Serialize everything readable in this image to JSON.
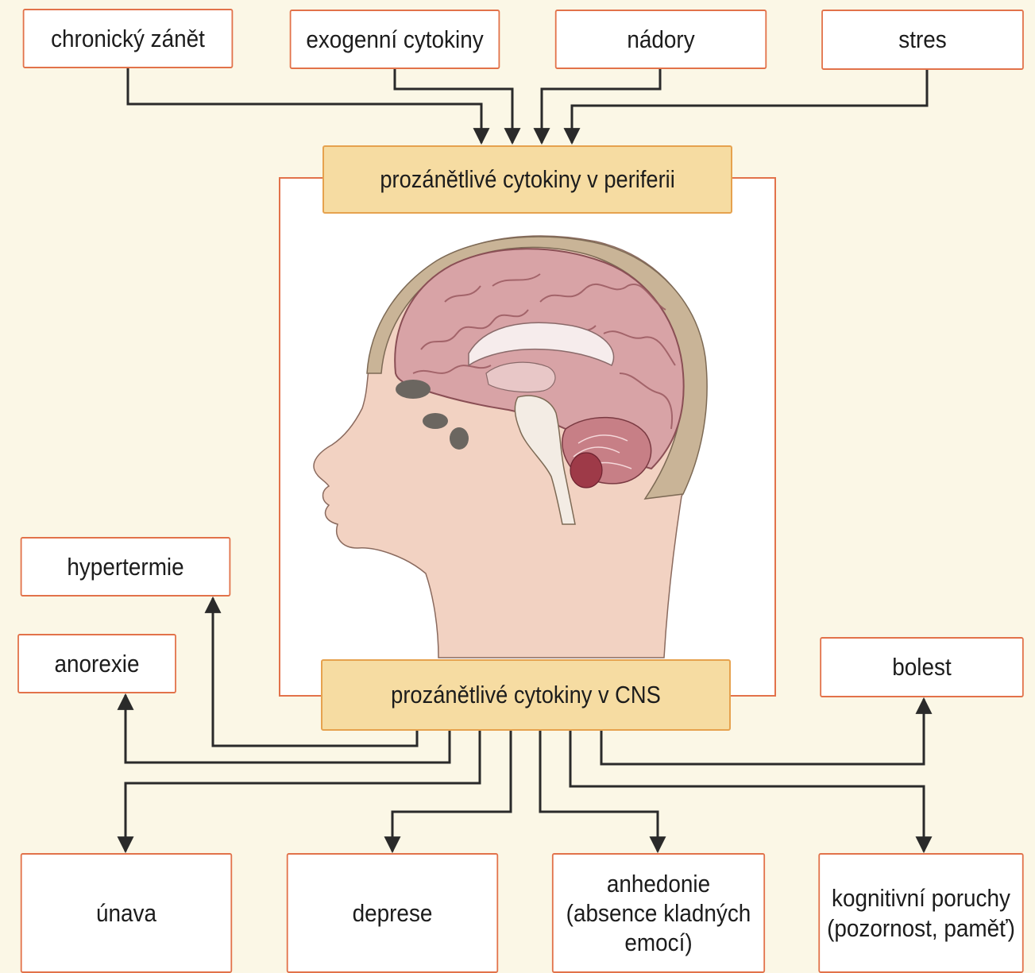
{
  "inputs": {
    "chronic_inflammation": "chronický zánět",
    "exogenous_cytokines": "exogenní cytokiny",
    "tumors": "nádory",
    "stress": "stres"
  },
  "center": {
    "periphery": "prozánětlivé cytokiny v periferii",
    "cns": "prozánětlivé cytokiny v CNS"
  },
  "effects": {
    "hyperthermia": "hypertermie",
    "anorexia": "anorexie",
    "pain": "bolest",
    "fatigue": "únava",
    "depression": "deprese",
    "anhedonia_line1": "anhedonie",
    "anhedonia_line2": "(absence kladných",
    "anhedonia_line3": "emocí)",
    "cognitive_line1": "kognitivní poruchy",
    "cognitive_line2": "(pozornost, paměť)"
  },
  "colors": {
    "box_border": "#e2724a",
    "header_fill": "#f6dca2",
    "background": "#fbf7e6",
    "arrow": "#2a2a2a"
  }
}
